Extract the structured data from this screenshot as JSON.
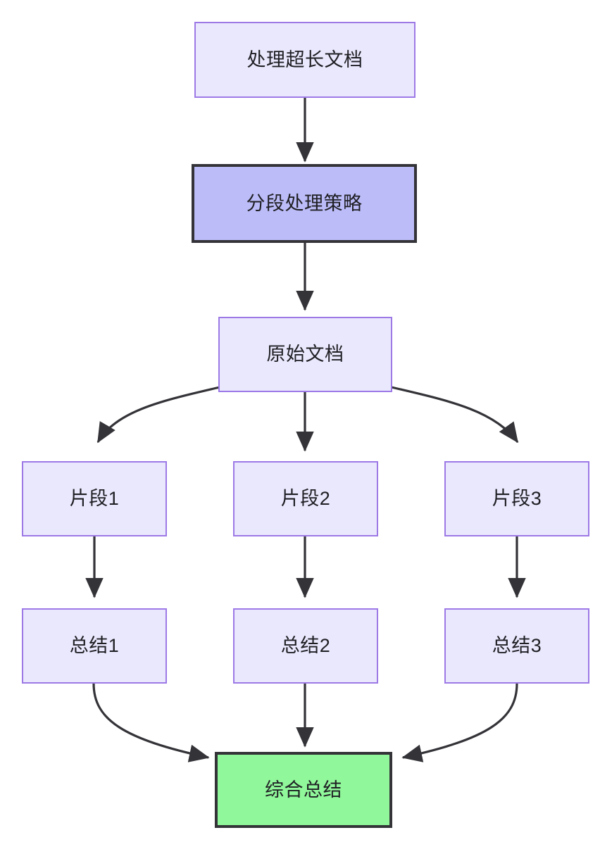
{
  "diagram": {
    "type": "flowchart",
    "direction": "top-to-bottom",
    "background": "#ffffff",
    "palette": {
      "default_fill": "#eae8fd",
      "default_stroke": "#9d79e6",
      "highlight_fill": "#bcbcf8",
      "highlight_stroke": "#333338",
      "final_fill": "#90f79a",
      "final_stroke": "#333338",
      "edge_color": "#333338",
      "text_color": "#1f1f24"
    },
    "nodes": [
      {
        "id": "n1",
        "label": "处理超长文档",
        "style": "default"
      },
      {
        "id": "n2",
        "label": "分段处理策略",
        "style": "highlight"
      },
      {
        "id": "n3",
        "label": "原始文档",
        "style": "default"
      },
      {
        "id": "n4",
        "label": "片段1",
        "style": "default"
      },
      {
        "id": "n5",
        "label": "片段2",
        "style": "default"
      },
      {
        "id": "n6",
        "label": "片段3",
        "style": "default"
      },
      {
        "id": "n7",
        "label": "总结1",
        "style": "default"
      },
      {
        "id": "n8",
        "label": "总结2",
        "style": "default"
      },
      {
        "id": "n9",
        "label": "总结3",
        "style": "default"
      },
      {
        "id": "n10",
        "label": "综合总结",
        "style": "final"
      }
    ],
    "edges": [
      {
        "from": "n1",
        "to": "n2",
        "shape": "straight"
      },
      {
        "from": "n2",
        "to": "n3",
        "shape": "straight"
      },
      {
        "from": "n3",
        "to": "n4",
        "shape": "curved"
      },
      {
        "from": "n3",
        "to": "n5",
        "shape": "straight"
      },
      {
        "from": "n3",
        "to": "n6",
        "shape": "curved"
      },
      {
        "from": "n4",
        "to": "n7",
        "shape": "straight"
      },
      {
        "from": "n5",
        "to": "n8",
        "shape": "straight"
      },
      {
        "from": "n6",
        "to": "n9",
        "shape": "straight"
      },
      {
        "from": "n7",
        "to": "n10",
        "shape": "curved"
      },
      {
        "from": "n8",
        "to": "n10",
        "shape": "straight"
      },
      {
        "from": "n9",
        "to": "n10",
        "shape": "curved"
      }
    ]
  }
}
